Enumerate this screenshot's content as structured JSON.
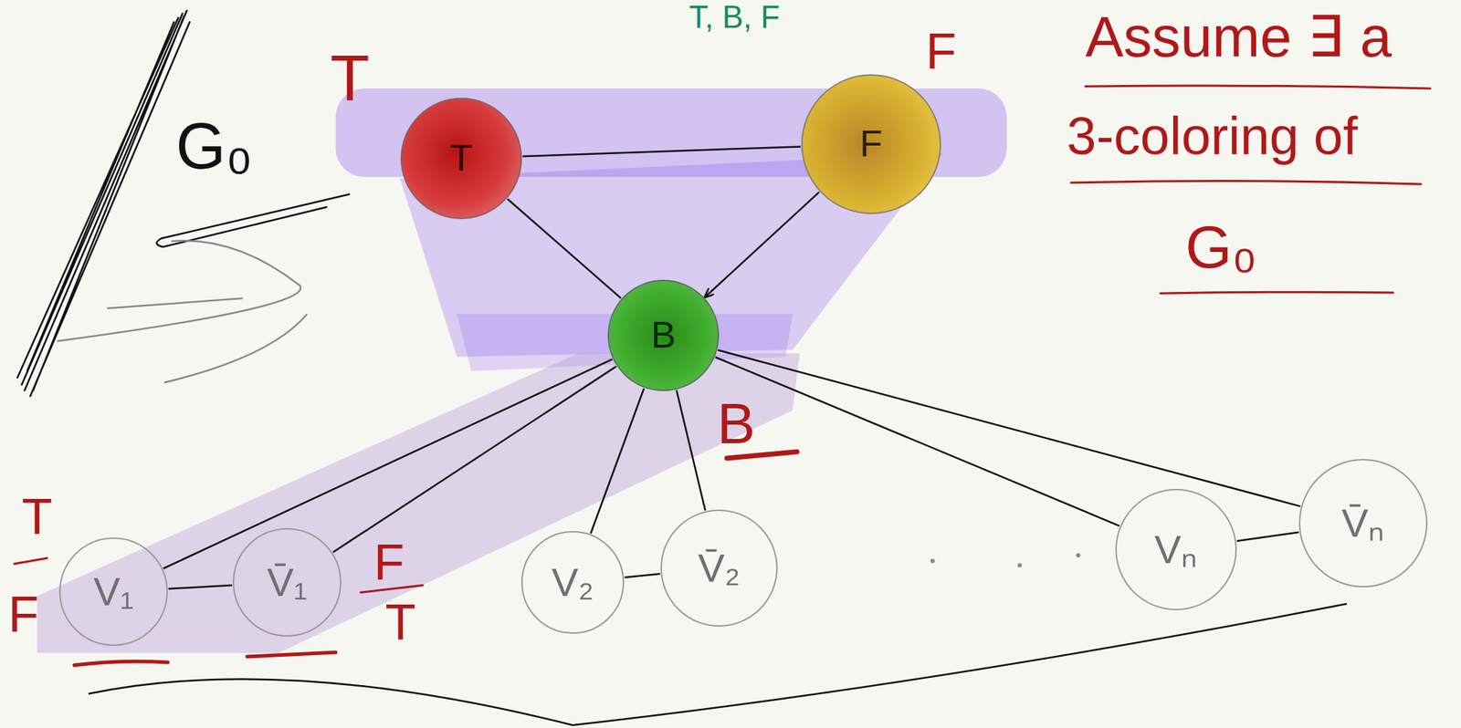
{
  "diagram": {
    "nodes": [
      {
        "text": [
          "T"
        ]
      },
      {
        "text": [
          "F"
        ]
      },
      {
        "text": [
          "B"
        ]
      },
      {
        "text": [
          "V₁"
        ]
      },
      {
        "text": [
          "V̄₁"
        ]
      },
      {
        "text": [
          "V₂"
        ]
      },
      {
        "text": [
          "V̄₂"
        ]
      },
      {
        "text": [
          "Vₙ"
        ]
      },
      {
        "text": [
          "V̄ₙ"
        ]
      }
    ],
    "edges": [
      {
        "from": 0,
        "to": 1,
        "arrow": "none"
      },
      {
        "from": 0,
        "to": 2,
        "arrow": "none"
      },
      {
        "from": 1,
        "to": 2,
        "arrow": "to"
      },
      {
        "from": 2,
        "to": 3,
        "arrow": "none"
      },
      {
        "from": 2,
        "to": 4,
        "arrow": "none"
      },
      {
        "from": 2,
        "to": 5,
        "arrow": "none"
      },
      {
        "from": 2,
        "to": 6,
        "arrow": "none"
      },
      {
        "from": 2,
        "to": 7,
        "arrow": "none"
      },
      {
        "from": 2,
        "to": 8,
        "arrow": "none"
      },
      {
        "from": 3,
        "to": 4,
        "arrow": "none"
      },
      {
        "from": 5,
        "to": 6,
        "arrow": "none"
      },
      {
        "from": 7,
        "to": 8,
        "arrow": "none"
      }
    ],
    "labels": [
      "T, B, F",
      "T",
      "G₀",
      "F",
      "Assume ∃ a",
      "3-coloring of",
      "G₀",
      "B",
      "T",
      "F",
      "F",
      "T"
    ]
  }
}
